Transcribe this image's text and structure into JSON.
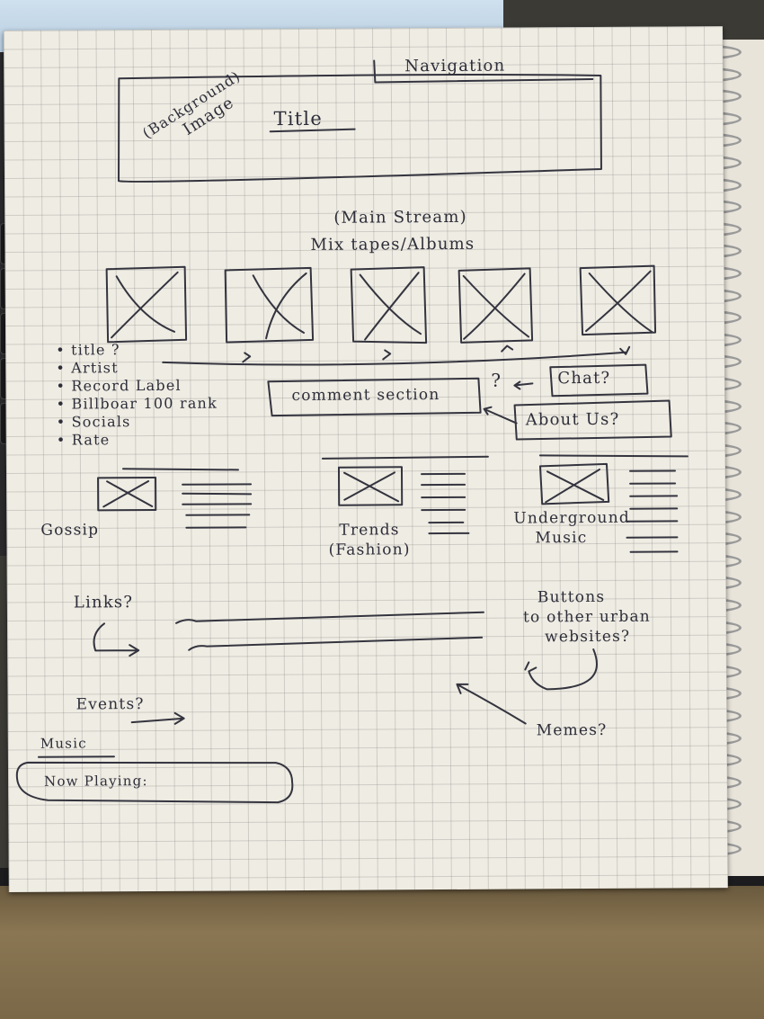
{
  "sketch": {
    "header": {
      "bg_image_line1": "(Background)",
      "bg_image_line2": "Image",
      "title": "Title",
      "navigation": "Navigation"
    },
    "mainstream": {
      "heading_line1": "(Main Stream)",
      "heading_line2": "Mix tapes/Albums"
    },
    "album_info": [
      "• title ?",
      "• Artist",
      "• Record Label",
      "• Billboar 100 rank",
      "• Socials",
      "• Rate"
    ],
    "comment_section": "comment section",
    "comment_q": "?",
    "chat": "Chat?",
    "about_us": "About Us?",
    "categories": {
      "gossip": "Gossip",
      "trends_line1": "Trends",
      "trends_line2": "(Fashion)",
      "underground_line1": "Underground",
      "underground_line2": "Music"
    },
    "links": "Links?",
    "buttons_line1": "Buttons",
    "buttons_line2": "to other urban",
    "buttons_line3": "websites?",
    "events": "Events?",
    "memes": "Memes?",
    "music": "Music",
    "now_playing": "Now Playing:"
  },
  "colors": {
    "paper": "#efece3",
    "ink": "#2e2e3a",
    "grid": "#b5b5b5"
  }
}
